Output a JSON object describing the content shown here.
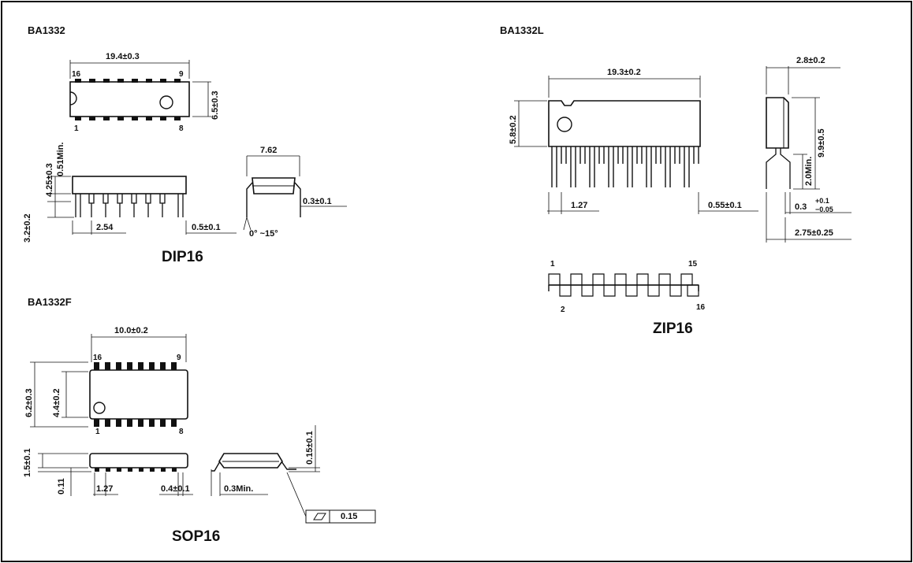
{
  "parts": {
    "dip": {
      "part": "BA1332",
      "package": "DIP16"
    },
    "sop": {
      "part": "BA1332F",
      "package": "SOP16"
    },
    "zip": {
      "part": "BA1332L",
      "package": "ZIP16"
    }
  },
  "dip_dims": {
    "length": "19.4±0.3",
    "width": "6.5±0.3",
    "height": "4.25±0.3",
    "standoff": "0.51Min.",
    "lead_len": "3.2±0.2",
    "pitch": "2.54",
    "lead_w": "0.5±0.1",
    "row_spacing": "7.62",
    "lead_thk": "0.3±0.1",
    "angle": "0° ~15°",
    "pin16": "16",
    "pin9": "9",
    "pin1": "1",
    "pin8": "8"
  },
  "sop_dims": {
    "length": "10.0±0.2",
    "overall_w": "6.2±0.3",
    "body_w": "4.4±0.2",
    "height": "1.5±0.1",
    "standoff": "0.11",
    "pitch": "1.27",
    "lead_w": "0.4±0.1",
    "lead_len": "0.3Min.",
    "lead_thk": "0.15±0.1",
    "coplanarity": "0.15",
    "pin16": "16",
    "pin9": "9",
    "pin1": "1",
    "pin8": "8"
  },
  "zip_dims": {
    "length": "19.3±0.2",
    "height": "5.8±0.2",
    "thickness": "2.8±0.2",
    "overall_h": "9.9±0.5",
    "lead_min": "2.0Min.",
    "pitch": "1.27",
    "lead_w": "0.55±0.1",
    "lead_thk": "0.3",
    "lead_tol_plus": "+0.1",
    "lead_tol_minus": "−0.05",
    "row_spacing": "2.75±0.25",
    "pin1": "1",
    "pin15": "15",
    "pin2": "2",
    "pin16": "16"
  }
}
